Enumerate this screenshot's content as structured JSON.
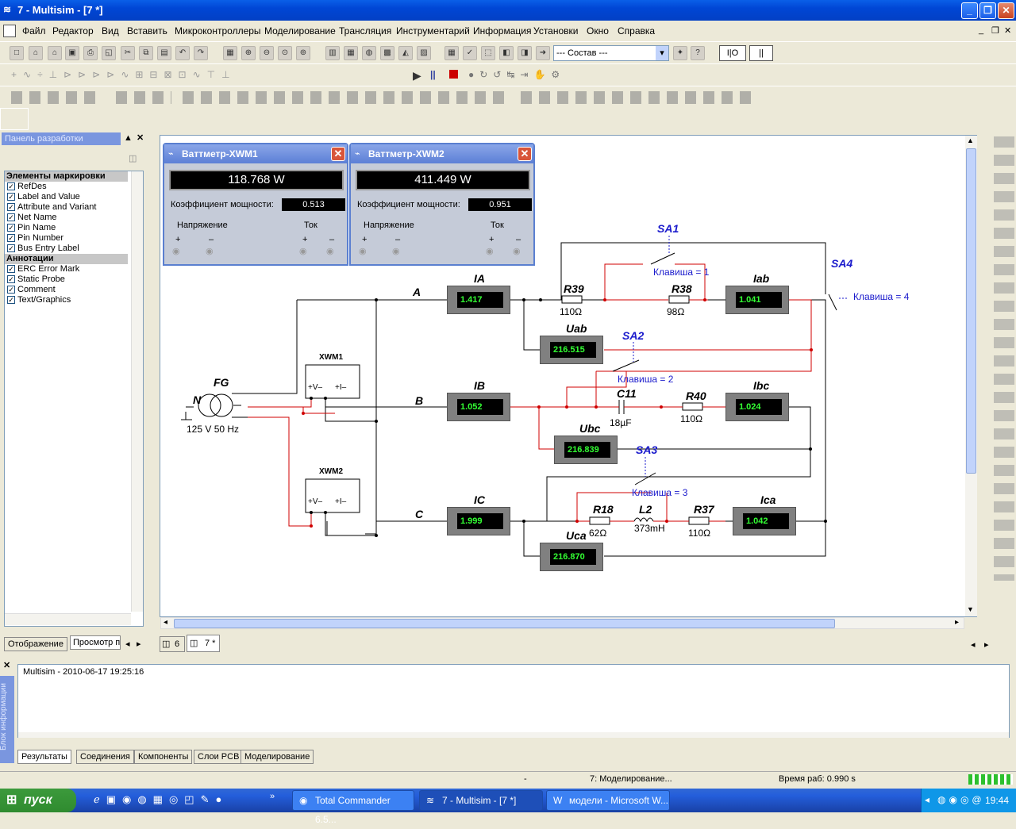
{
  "window": {
    "title": "7 - Multisim - [7 *]"
  },
  "menu": [
    "Файл",
    "Редактор",
    "Вид",
    "Вставить",
    "Микроконтроллеры",
    "Моделирование",
    "Трансляция",
    "Инструментарий",
    "Информация",
    "Установки",
    "Окно",
    "Справка"
  ],
  "toolbar": {
    "dropdown_value": "--- Состав ---"
  },
  "left_panel": {
    "title": "Панель разработки",
    "groups": [
      {
        "header": "Элементы маркировки",
        "items": [
          "RefDes",
          "Label and Value",
          "Attribute and Variant",
          "Net Name",
          "Pin Name",
          "Pin Number",
          "Bus Entry Label"
        ]
      },
      {
        "header": "Аннотации",
        "items": [
          "ERC Error Mark",
          "Static Probe",
          "Comment",
          "Text/Graphics"
        ]
      }
    ],
    "tabs": [
      "Отображение",
      "Просмотр п"
    ]
  },
  "wattmeters": [
    {
      "title": "Ваттметр-XWM1",
      "power": "118.768 W",
      "pf_label": "Коэффициент мощности:",
      "pf": "0.513",
      "voltage": "Напряжение",
      "current": "Ток",
      "plus": "+",
      "minus": "–"
    },
    {
      "title": "Ваттметр-XWM2",
      "power": "411.449 W",
      "pf_label": "Коэффициент мощности:",
      "pf": "0.951",
      "voltage": "Напряжение",
      "current": "Ток",
      "plus": "+",
      "minus": "–"
    }
  ],
  "schematic": {
    "meters": {
      "IA": {
        "label": "IA",
        "value": "1.417"
      },
      "IB": {
        "label": "IB",
        "value": "1.052"
      },
      "IC": {
        "label": "IC",
        "value": "1.999"
      },
      "Iab": {
        "label": "Iab",
        "value": "1.041"
      },
      "Ibc": {
        "label": "Ibc",
        "value": "1.024"
      },
      "Ica": {
        "label": "Ica",
        "value": "1.042"
      },
      "Uab": {
        "label": "Uab",
        "value": "216.515"
      },
      "Ubc": {
        "label": "Ubc",
        "value": "216.839"
      },
      "Uca": {
        "label": "Uca",
        "value": "216.870"
      }
    },
    "labels": {
      "A": "A",
      "B": "B",
      "C": "C",
      "N": "N",
      "FG": "FG",
      "source": "125 V 50 Hz",
      "XWM1": "XWM1",
      "XWM2": "XWM2",
      "R39": "R39",
      "R39v": "110Ω",
      "R38": "R38",
      "R38v": "98Ω",
      "C11": "C11",
      "C11v": "18µF",
      "R40": "R40",
      "R40v": "110Ω",
      "R18": "R18",
      "R18v": "62Ω",
      "L2": "L2",
      "L2v": "373mH",
      "R37": "R37",
      "R37v": "110Ω",
      "SA1": "SA1",
      "SA2": "SA2",
      "SA3": "SA3",
      "SA4": "SA4",
      "key1": "Клавиша = 1",
      "key2": "Клавиша = 2",
      "key3": "Клавиша = 3",
      "key4": "Клавиша = 4",
      "wmV": "+V–",
      "wmI": "+I–"
    }
  },
  "sheet_tabs": [
    "6",
    "7 *"
  ],
  "info": {
    "log": "Multisim  -  2010-06-17 19:25:16",
    "side_label": "Блок информации",
    "tabs": [
      "Результаты",
      "Соединения",
      "Компоненты",
      "Слои PCB",
      "Моделирование"
    ]
  },
  "status": {
    "dash": "-",
    "sim": "7: Моделирование...",
    "time": "Время раб: 0.990 s"
  },
  "taskbar": {
    "start": "пуск",
    "tasks": [
      "Total Commander 6.5...",
      "7 - Multisim - [7 *]",
      "модели - Microsoft W..."
    ],
    "clock": "19:44"
  }
}
